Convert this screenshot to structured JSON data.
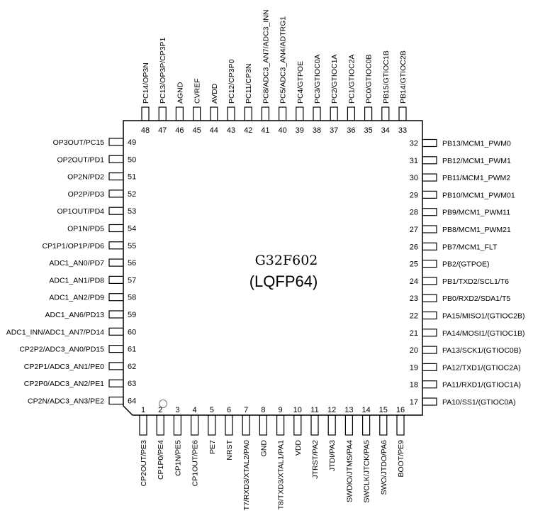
{
  "chip": {
    "name": "G32F602",
    "package": "(LQFP64)"
  },
  "pins": {
    "bottom": [
      {
        "num": "1",
        "label": "CP2OUT/PE3"
      },
      {
        "num": "2",
        "label": "CP1P0/PE4"
      },
      {
        "num": "3",
        "label": "CP1N/PE5"
      },
      {
        "num": "4",
        "label": "CP1OUT/PE6"
      },
      {
        "num": "5",
        "label": "PE7"
      },
      {
        "num": "6",
        "label": "NRST"
      },
      {
        "num": "7",
        "label": "T7/RXD3/XTAL2/PA0"
      },
      {
        "num": "8",
        "label": "GND"
      },
      {
        "num": "9",
        "label": "T8/TXD3/XTAL1/PA1"
      },
      {
        "num": "10",
        "label": "VDD"
      },
      {
        "num": "11",
        "label": "JTRST/PA2"
      },
      {
        "num": "12",
        "label": "JTDI/PA3"
      },
      {
        "num": "13",
        "label": "SWDIO/JTMS/PA4"
      },
      {
        "num": "14",
        "label": "SWCLK/JTCK/PA5"
      },
      {
        "num": "15",
        "label": "SWO/JTDO/PA6"
      },
      {
        "num": "16",
        "label": "BOOT/PE9"
      }
    ],
    "right": [
      {
        "num": "17",
        "label": "PA10/SS1/(GTIOC0A)"
      },
      {
        "num": "18",
        "label": "PA11/RXD1/(GTIOC1A)"
      },
      {
        "num": "19",
        "label": "PA12/TXD1/(GTIOC2A)"
      },
      {
        "num": "20",
        "label": "PA13/SCK1/(GTIOC0B)"
      },
      {
        "num": "21",
        "label": "PA14/MOSI1/(GTIOC1B)"
      },
      {
        "num": "22",
        "label": "PA15/MISO1/(GTIOC2B)"
      },
      {
        "num": "23",
        "label": "PB0/RXD2/SDA1/T5"
      },
      {
        "num": "24",
        "label": "PB1/TXD2/SCL1/T6"
      },
      {
        "num": "25",
        "label": "PB2/(GTPOE)"
      },
      {
        "num": "26",
        "label": "PB7/MCM1_FLT"
      },
      {
        "num": "27",
        "label": "PB8/MCM1_PWM21"
      },
      {
        "num": "28",
        "label": "PB9/MCM1_PWM11"
      },
      {
        "num": "29",
        "label": "PB10/MCM1_PWM01"
      },
      {
        "num": "30",
        "label": "PB11/MCM1_PWM2"
      },
      {
        "num": "31",
        "label": "PB12/MCM1_PWM1"
      },
      {
        "num": "32",
        "label": "PB13/MCM1_PWM0"
      }
    ],
    "top": [
      {
        "num": "33",
        "label": "PB14/GTIOC2B"
      },
      {
        "num": "34",
        "label": "PB15/GTIOC1B"
      },
      {
        "num": "35",
        "label": "PC0/GTIOC0B"
      },
      {
        "num": "36",
        "label": "PC1/GTIOC2A"
      },
      {
        "num": "37",
        "label": "PC2/GTIOC1A"
      },
      {
        "num": "38",
        "label": "PC3/GTIOC0A"
      },
      {
        "num": "39",
        "label": "PC4/GTPOE"
      },
      {
        "num": "40",
        "label": "PC5/ADC3_AN4/ADTRG1"
      },
      {
        "num": "41",
        "label": "PC8/ADC3_AN7/ADC3_INN"
      },
      {
        "num": "42",
        "label": "PC11/CP3N"
      },
      {
        "num": "43",
        "label": "PC12/CP3P0"
      },
      {
        "num": "44",
        "label": "AVDD"
      },
      {
        "num": "45",
        "label": "CVREF"
      },
      {
        "num": "46",
        "label": "AGND"
      },
      {
        "num": "47",
        "label": "PC13/OP3P/CP3P1"
      },
      {
        "num": "48",
        "label": "PC14/OP3N"
      }
    ],
    "left": [
      {
        "num": "49",
        "label": "OP3OUT/PC15"
      },
      {
        "num": "50",
        "label": "OP2OUT/PD1"
      },
      {
        "num": "51",
        "label": "OP2N/PD2"
      },
      {
        "num": "52",
        "label": "OP2P/PD3"
      },
      {
        "num": "53",
        "label": "OP1OUT/PD4"
      },
      {
        "num": "54",
        "label": "OP1N/PD5"
      },
      {
        "num": "55",
        "label": "CP1P1/OP1P/PD6"
      },
      {
        "num": "56",
        "label": "ADC1_AN0/PD7"
      },
      {
        "num": "57",
        "label": "ADC1_AN1/PD8"
      },
      {
        "num": "58",
        "label": "ADC1_AN2/PD9"
      },
      {
        "num": "59",
        "label": "ADC1_AN6/PD13"
      },
      {
        "num": "60",
        "label": "ADC1_INN/ADC1_AN7/PD14"
      },
      {
        "num": "61",
        "label": "CP2P2/ADC3_AN0/PD15"
      },
      {
        "num": "62",
        "label": "CP2P1/ADC3_AN1/PE0"
      },
      {
        "num": "63",
        "label": "CP2P0/ADC3_AN2/PE1"
      },
      {
        "num": "64",
        "label": "CP2N/ADC3_AN3/PE2"
      }
    ]
  }
}
